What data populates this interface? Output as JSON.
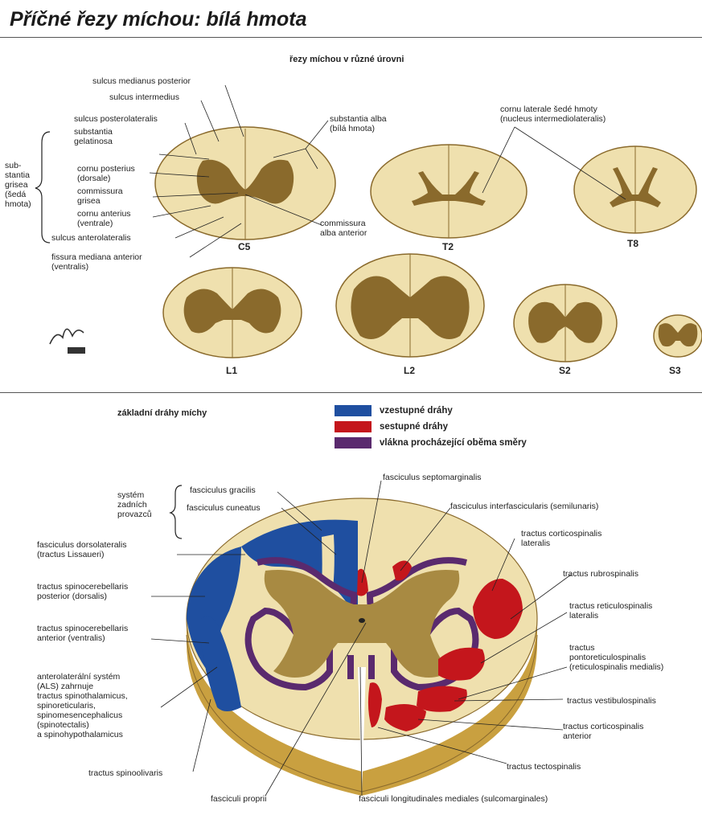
{
  "title": "Příčné řezy míchou: bílá hmota",
  "top_section": {
    "heading": "řezy míchou v různé úrovni",
    "labels": {
      "sulcus_medianus_posterior": "sulcus medianus posterior",
      "sulcus_intermedius": "sulcus intermedius",
      "sulcus_posterolateralis": "sulcus posterolateralis",
      "substantia_gelatinosa": "substantia\ngelatinosa",
      "substantia_grisea": "sub-\nstantia\ngrisea\n(šedá\nhmota)",
      "cornu_posterius": "cornu posterius\n(dorsale)",
      "commissura_grisea": "commissura\ngrisea",
      "cornu_anterius": "cornu anterius\n(ventrale)",
      "sulcus_anterolateralis": "sulcus anterolateralis",
      "fissura_mediana_anterior": "fissura mediana anterior\n(ventralis)",
      "substantia_alba": "substantia alba\n(bílá hmota)",
      "commissura_alba_anterior": "commissura\nalba anterior",
      "cornu_laterale": "cornu laterale šedé hmoty\n(nucleus intermediolateralis)"
    },
    "sections": [
      "C5",
      "T2",
      "T8",
      "L1",
      "L2",
      "S2",
      "S3"
    ]
  },
  "bottom_section": {
    "heading": "základní dráhy míchy",
    "legend": [
      {
        "label": "vzestupné dráhy",
        "color": "#1f4fa0"
      },
      {
        "label": "sestupné dráhy",
        "color": "#c4161c"
      },
      {
        "label": "vlákna procházející oběma směry",
        "color": "#5a2a6e"
      }
    ],
    "labels": {
      "system_zadnich": "systém\nzadních\nprovazců",
      "fasciculus_gracilis": "fasciculus gracilis",
      "fasciculus_cuneatus": "fasciculus cuneatus",
      "fasciculus_septomarginalis": "fasciculus septomarginalis",
      "fasciculus_interfascicularis": "fasciculus interfascicularis (semilunaris)",
      "fasciculus_dorsolateralis": "fasciculus dorsolateralis\n(tractus Lissaueri)",
      "tractus_corticospinalis_lateralis": "tractus corticospinalis\nlateralis",
      "tractus_rubrospinalis": "tractus rubrospinalis",
      "tractus_spinocerebellaris_posterior": "tractus spinocerebellaris\nposterior (dorsalis)",
      "tractus_reticulospinalis_lateralis": "tractus reticulospinalis\nlateralis",
      "tractus_spinocerebellaris_anterior": "tractus spinocerebellaris\nanterior (ventralis)",
      "tractus_pontoreticulospinalis": "tractus\npontoreticulospinalis\n(reticulospinalis medialis)",
      "als": "anterolaterální systém\n(ALS) zahrnuje\ntractus spinothalamicus,\nspinoreticularis,\nspinomesencephalicus\n(spinotectalis)\na spinohypothalamicus",
      "tractus_vestibulospinalis": "tractus vestibulospinalis",
      "tractus_corticospinalis_anterior": "tractus corticospinalis\nanterior",
      "tractus_spinoolivaris": "tractus spinoolivaris",
      "tractus_tectospinalis": "tractus tectospinalis",
      "fasciculi_proprii": "fasciculi proprii",
      "fasciculi_longitudinales": "fasciculi longitudinales mediales (sulcomarginales)"
    }
  },
  "colors": {
    "white_matter": "#efe0ae",
    "gray_matter": "#8a6a2c",
    "side_edge": "#c9a040"
  }
}
